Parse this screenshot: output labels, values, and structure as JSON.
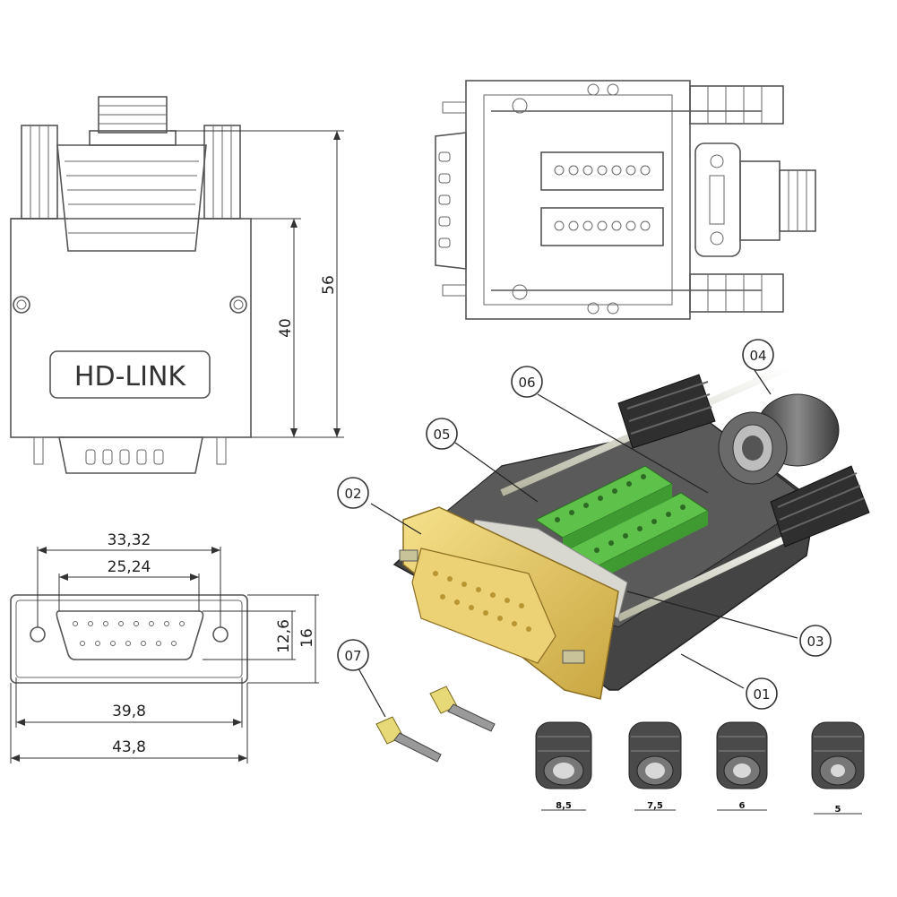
{
  "front_view": {
    "brand_label": "HD-LINK",
    "dim_height_total": "56",
    "dim_height_body": "40"
  },
  "face_view": {
    "dim_screw_spacing": "33,32",
    "dim_shell_width": "25,24",
    "dim_flange_inner": "39,8",
    "dim_flange_outer": "43,8",
    "dim_shell_height": "12,6",
    "dim_flange_height": "16"
  },
  "callouts": [
    "01",
    "02",
    "03",
    "04",
    "05",
    "06",
    "07"
  ],
  "grommets": [
    "8,5",
    "7,5",
    "6",
    "5"
  ],
  "colors": {
    "connector_gold": "#e8cf6a",
    "terminal_green": "#5ec24a",
    "housing_dark": "#3c3c3c",
    "rubber_gray": "#5a5a5a"
  }
}
